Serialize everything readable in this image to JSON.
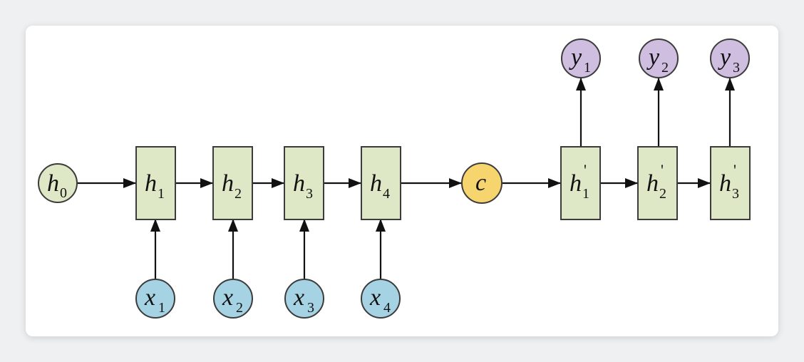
{
  "colors": {
    "hidden_fill": "#dfe8c6",
    "hidden_stroke": "#3c3c3c",
    "input_fill": "#a6d3e3",
    "output_fill": "#cfbedf",
    "context_fill": "#f7d56e",
    "edge": "#111111"
  },
  "nodes": {
    "h0": {
      "main": "h",
      "sub": "0",
      "prime": ""
    },
    "h1": {
      "main": "h",
      "sub": "1",
      "prime": ""
    },
    "h2": {
      "main": "h",
      "sub": "2",
      "prime": ""
    },
    "h3": {
      "main": "h",
      "sub": "3",
      "prime": ""
    },
    "h4": {
      "main": "h",
      "sub": "4",
      "prime": ""
    },
    "c": {
      "main": "c",
      "sub": "",
      "prime": ""
    },
    "hp1": {
      "main": "h",
      "sub": "1",
      "prime": "'"
    },
    "hp2": {
      "main": "h",
      "sub": "2",
      "prime": "'"
    },
    "hp3": {
      "main": "h",
      "sub": "3",
      "prime": "'"
    },
    "x1": {
      "main": "x",
      "sub": "1",
      "prime": ""
    },
    "x2": {
      "main": "x",
      "sub": "2",
      "prime": ""
    },
    "x3": {
      "main": "x",
      "sub": "3",
      "prime": ""
    },
    "x4": {
      "main": "x",
      "sub": "4",
      "prime": ""
    },
    "y1": {
      "main": "y",
      "sub": "1",
      "prime": ""
    },
    "y2": {
      "main": "y",
      "sub": "2",
      "prime": ""
    },
    "y3": {
      "main": "y",
      "sub": "3",
      "prime": ""
    }
  }
}
